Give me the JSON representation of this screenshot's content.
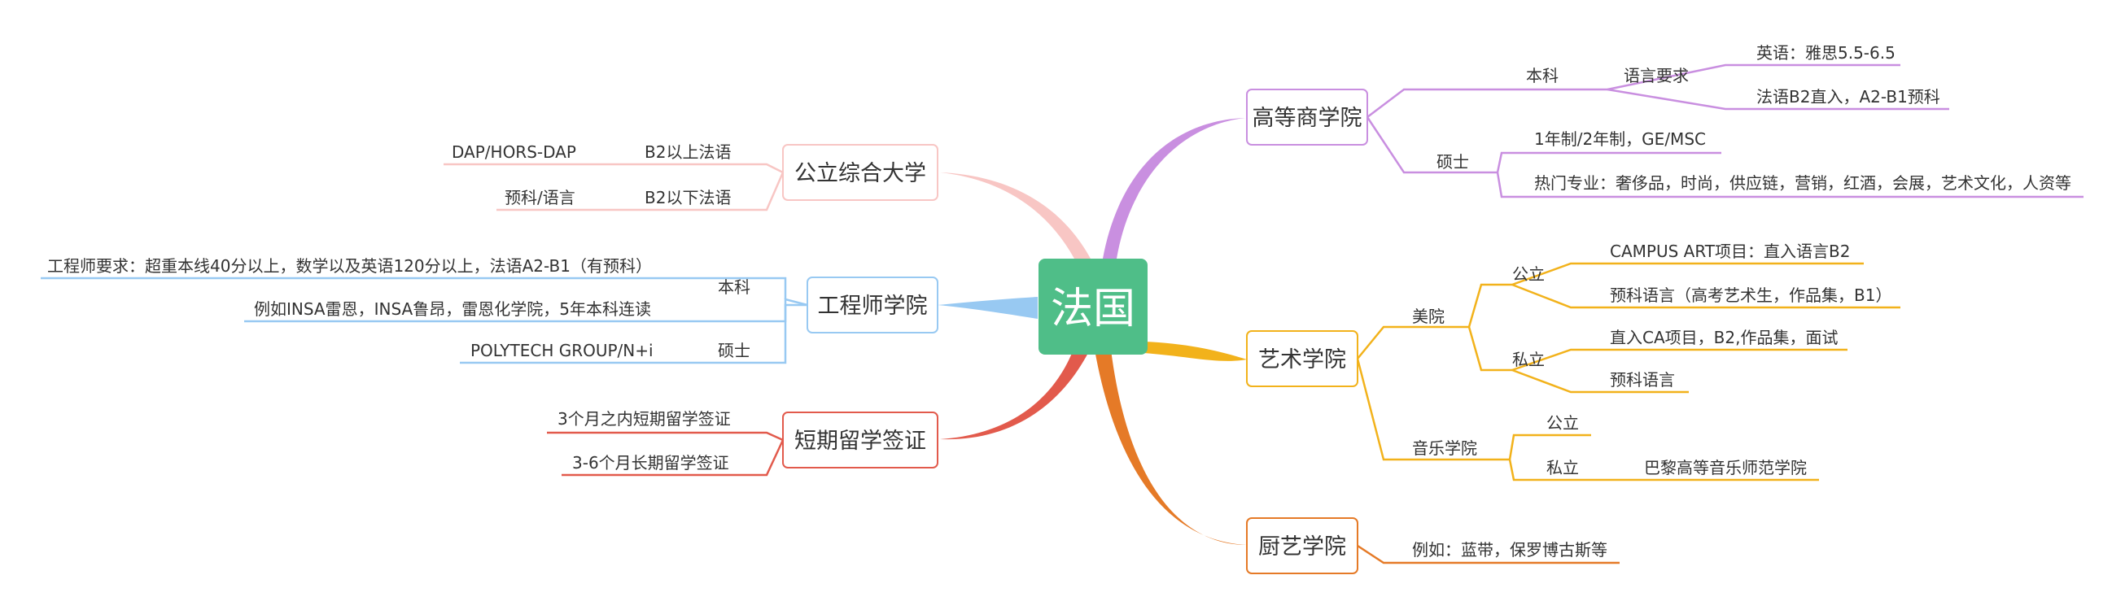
{
  "root": {
    "label": "法国",
    "color": "#4fbe88"
  },
  "colors": {
    "business": "#c98fe0",
    "art": "#f2b21b",
    "culinary": "#e57a27",
    "public_uni": "#f8c6c4",
    "engineering": "#98c9f2",
    "visa": "#e25a4c",
    "node_text": "#333333"
  },
  "business": {
    "title": "高等商学院",
    "bachelor": {
      "label": "本科",
      "sub": "语言要求",
      "items": [
        "英语：雅思5.5-6.5",
        "法语B2直入，A2-B1预科"
      ]
    },
    "master": {
      "label": "硕士",
      "items": [
        "1年制/2年制，GE/MSC",
        "热门专业：奢侈品，时尚，供应链，营销，红酒，会展，艺术文化，人资等"
      ]
    }
  },
  "art": {
    "title": "艺术学院",
    "fine_arts": {
      "label": "美院",
      "public": {
        "label": "公立",
        "items": [
          "CAMPUS ART项目：直入语言B2",
          "预科语言（高考艺术生，作品集，B1）"
        ]
      },
      "private": {
        "label": "私立",
        "items": [
          "直入CA项目，B2,作品集，面试",
          "预科语言"
        ]
      }
    },
    "music": {
      "label": "音乐学院",
      "public": {
        "label": "公立"
      },
      "private": {
        "label": "私立",
        "items": [
          "巴黎高等音乐师范学院"
        ]
      }
    }
  },
  "culinary": {
    "title": "厨艺学院",
    "items": [
      "例如：蓝带，保罗博古斯等"
    ]
  },
  "public_uni": {
    "title": "公立综合大学",
    "rows": [
      {
        "label": "B2以上法语",
        "detail": "DAP/HORS-DAP"
      },
      {
        "label": "B2以下法语",
        "detail": "预科/语言"
      }
    ]
  },
  "engineering": {
    "title": "工程师学院",
    "bachelor": {
      "label": "本科",
      "items": [
        "工程师要求：超重本线40分以上，数学以及英语120分以上，法语A2-B1（有预科）",
        "例如INSA雷恩，INSA鲁昂，雷恩化学院，5年本科连读"
      ]
    },
    "master": {
      "label": "硕士",
      "items": [
        "POLYTECH GROUP/N+i"
      ]
    }
  },
  "visa": {
    "title": "短期留学签证",
    "items": [
      "3个月之内短期留学签证",
      "3-6个月长期留学签证"
    ]
  }
}
